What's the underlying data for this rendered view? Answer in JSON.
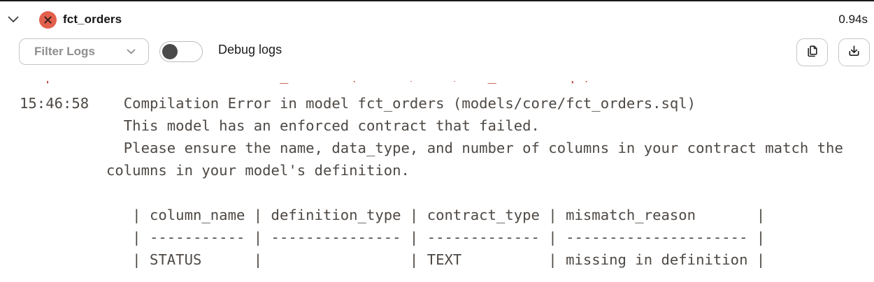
{
  "header": {
    "model_name": "fct_orders",
    "status": "error",
    "duration": "0.94s",
    "collapse_icon": "chevron-down-icon",
    "status_icon": "error-x-circle-icon"
  },
  "toolbar": {
    "filter_button_label": "Filter Logs",
    "debug_toggle_label": "Debug logs",
    "debug_toggle_state": "off",
    "copy_icon": "copy-icon",
    "download_icon": "download-icon"
  },
  "colors": {
    "error_badge": "#e2604d",
    "error_text": "#b94a3b",
    "log_text": "#4e4945",
    "muted_label": "#8e8e8e",
    "border": "#c6c6c6",
    "toggle_knob": "#4a4a4a",
    "title_text": "#161616"
  },
  "log": {
    "clipped_error_line": "Compilation Error in model fct_orders (models/core/fct_orders.sql)",
    "timestamp": "15:46:58",
    "lines": [
      "15:46:58    Compilation Error in model fct_orders (models/core/fct_orders.sql)",
      "            This model has an enforced contract that failed.",
      "            Please ensure the name, data_type, and number of columns in your contract match the",
      "          columns in your model's definition.",
      "",
      "             | column_name | definition_type | contract_type | mismatch_reason       |",
      "             | ----------- | --------------- | ------------- | --------------------- |",
      "             | STATUS      |                 | TEXT          | missing in definition |"
    ],
    "table": {
      "columns": [
        "column_name",
        "definition_type",
        "contract_type",
        "mismatch_reason"
      ],
      "rows": [
        [
          "STATUS",
          "",
          "TEXT",
          "missing in definition"
        ]
      ]
    }
  }
}
